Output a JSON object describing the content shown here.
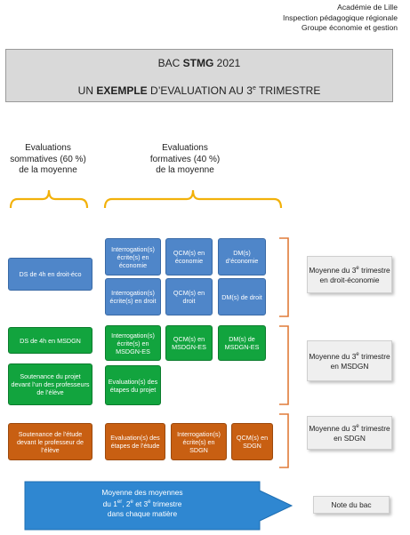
{
  "header": {
    "org_line1": "Académie de Lille",
    "org_line2": "Inspection pédagogique régionale",
    "org_line3": "Groupe économie et gestion"
  },
  "title": {
    "line1_pre": "BAC ",
    "line1_bold": "STMG",
    "line1_post": " 2021",
    "line2_pre": "UN ",
    "line2_bold": "EXEMPLE",
    "line2_post": " D’EVALUATION AU 3",
    "line2_sup": "e",
    "line2_end": " TRIMESTRE"
  },
  "columns": {
    "sommatives": [
      "Evaluations",
      "sommatives (60 %)",
      "de la moyenne"
    ],
    "formatives": [
      "Evaluations",
      "formatives (40 %)",
      "de la moyenne"
    ]
  },
  "rows": {
    "economie": {
      "sommative": "DS de 4h en droit-éco",
      "formatives": [
        "Interrogation(s) écrite(s) en économie",
        "QCM(s) en économie",
        "DM(s) d’économie",
        "Interrogation(s) écrite(s) en droit",
        "QCM(s) en droit",
        "DM(s) de droit"
      ],
      "result": [
        "Moyenne du 3",
        "e",
        " trimestre en droit-économie"
      ]
    },
    "msdgn": {
      "sommatives": [
        "DS de 4h en MSDGN",
        "Soutenance du projet devant l’un des professeurs de l’élève"
      ],
      "formatives": [
        "Interrogation(s) écrite(s) en MSDGN-ES",
        "QCM(s) en MSDGN-ES",
        "DM(s) de MSDGN-ES",
        "Evaluation(s) des étapes du projet"
      ],
      "result": [
        "Moyenne du 3",
        "e",
        " trimestre en MSDGN"
      ]
    },
    "sdgn": {
      "sommative": "Soutenance de l’étude devant le professeur de l’élève",
      "formatives": [
        "Evaluation(s) des étapes de l’étude",
        "Interrogation(s) écrite(s) en SDGN",
        "QCM(s) en SDGN"
      ],
      "result": [
        "Moyenne du 3",
        "e",
        " trimestre en SDGN"
      ]
    }
  },
  "final": {
    "arrow_line1": "Moyenne des moyennes",
    "arrow_line2_a": "du 1",
    "arrow_line2_sup1": "er",
    "arrow_line2_b": ", 2",
    "arrow_line2_sup2": "e",
    "arrow_line2_c": " et 3",
    "arrow_line2_sup3": "e",
    "arrow_line2_d": " trimestre",
    "arrow_line3": "dans chaque matière",
    "result": "Note du bac"
  },
  "colors": {
    "blue": "#4f86c9",
    "green": "#12a43e",
    "orange": "#c85f12",
    "brace_yellow": "#f2b10a",
    "brace_orange": "#e07b39",
    "arrow_blue": "#2f87d1"
  }
}
